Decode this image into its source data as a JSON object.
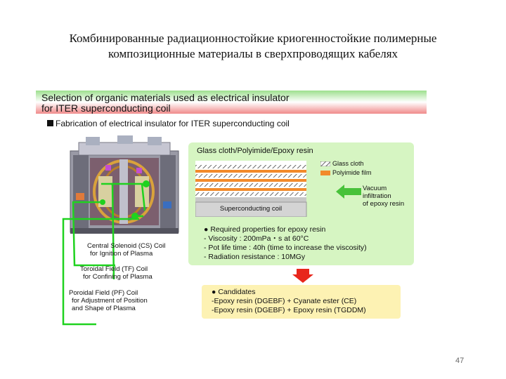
{
  "slide": {
    "title_line1": "Комбинированные радиационностойкие криогенностойкие полимерные",
    "title_line2": "композиционные материалы в сверхпроводящих кабелях",
    "page_number": "47"
  },
  "panel": {
    "header_line1": "Selection of organic materials used as electrical insulator",
    "header_line2": "for ITER superconducting coil",
    "subheading": "Fabrication of electrical insulator for ITER superconducting coil",
    "coil_labels": {
      "cs_line1": "Central Solenoid (CS) Coil",
      "cs_line2": "for Ignition of Plasma",
      "tf_line1": "Toroidal Field (TF) Coil",
      "tf_line2": "for Confining of Plasma",
      "pf_line1": "Poroidal Field (PF) Coil",
      "pf_line2": "for Adjustment of Position",
      "pf_line3": "and Shape of Plasma"
    },
    "insulator": {
      "title": "Glass cloth/Polyimide/Epoxy resin",
      "legend_glass": "Glass cloth",
      "legend_polyimide": "Polyimide film",
      "vacuum_line1": "Vacuum infiltration",
      "vacuum_line2": "of epoxy resin",
      "conductor_label": "Superconducting coil",
      "properties_title": "Required properties for epoxy resin",
      "prop1": "- Viscosity : 200mPa・s at 60°C",
      "prop2": "- Pot life time : 40h (time to increase the viscosity)",
      "prop3": "- Radiation resistance : 10MGy"
    },
    "candidates": {
      "title": "Candidates",
      "item1": "-Epoxy resin (DGEBF) + Cyanate ester (CE)",
      "item2": "-Epoxy resin (DGEBF) + Epoxy resin (TGDDM)"
    }
  },
  "colors": {
    "green_box": "#d6f5c2",
    "yellow_box": "#fdf2b3",
    "arrow_red": "#e8261c",
    "arrow_green": "#48c23a",
    "leader_green": "#1fd21f",
    "polyimide_orange": "#f28a2a"
  },
  "icons": {
    "tokamak": "iter-tokamak-cutaway-image",
    "arrow_down": "red-down-arrow-icon",
    "arrow_left": "green-left-arrow-icon"
  }
}
